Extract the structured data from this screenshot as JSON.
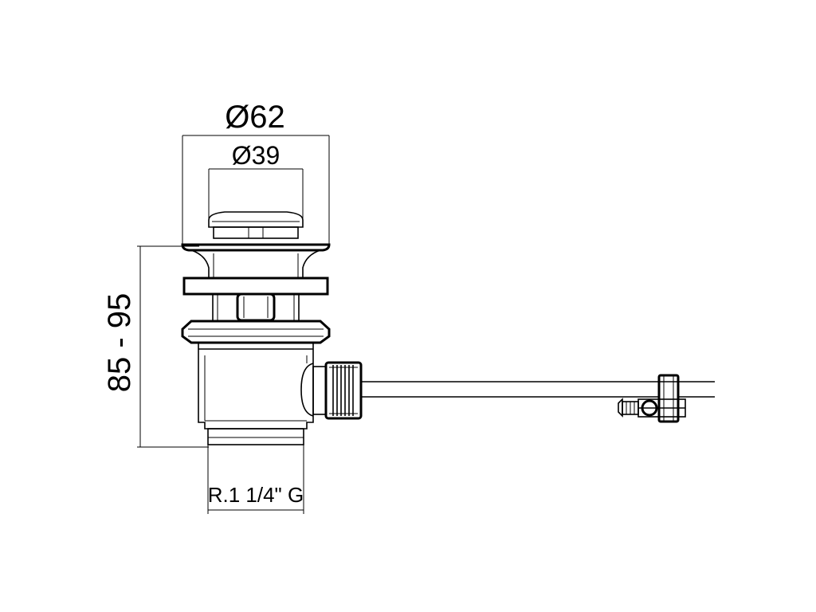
{
  "dimensions": {
    "outer_diameter": "Ø62",
    "inner_diameter": "Ø39",
    "height_range": "85 - 95",
    "thread": "R.1 1/4\" G"
  }
}
